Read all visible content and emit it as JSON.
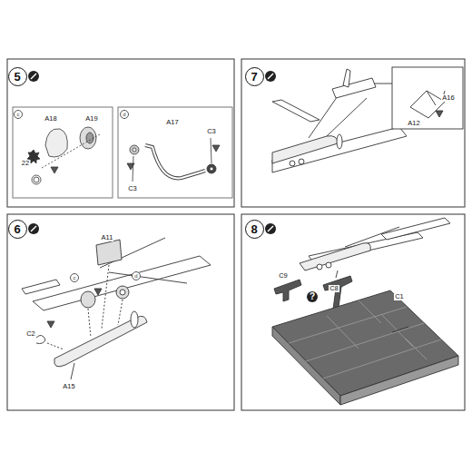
{
  "diagram": {
    "nodes": [
      {
        "text": [
          "5"
        ]
      },
      {
        "text": [
          "7"
        ]
      },
      {
        "text": [
          "6"
        ]
      },
      {
        "text": [
          "8"
        ]
      }
    ],
    "labels": [
      "c",
      "A18",
      "A19",
      "22",
      "d",
      "A17",
      "C3",
      "C3",
      "A16",
      "A12",
      "A11",
      "c",
      "d",
      "C2",
      "A15",
      "C9",
      "C8",
      "?",
      "C1"
    ]
  }
}
